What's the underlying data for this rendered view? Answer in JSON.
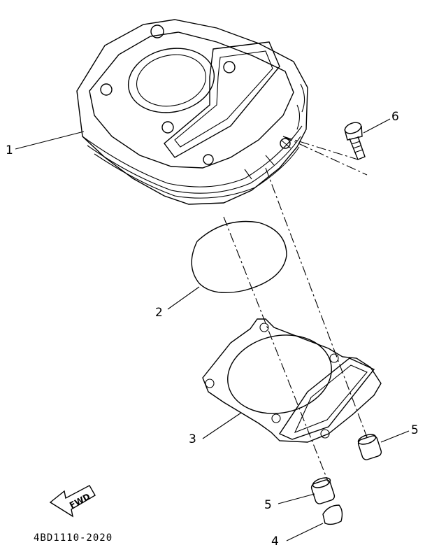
{
  "callouts": {
    "cylinder": "1",
    "o_ring": "2",
    "base_gasket": "3",
    "plug": "4",
    "dowel_right": "5",
    "dowel_left": "5",
    "bolt": "6"
  },
  "arrow": {
    "label": "FWD"
  },
  "part_number": "4BD1110-2020"
}
